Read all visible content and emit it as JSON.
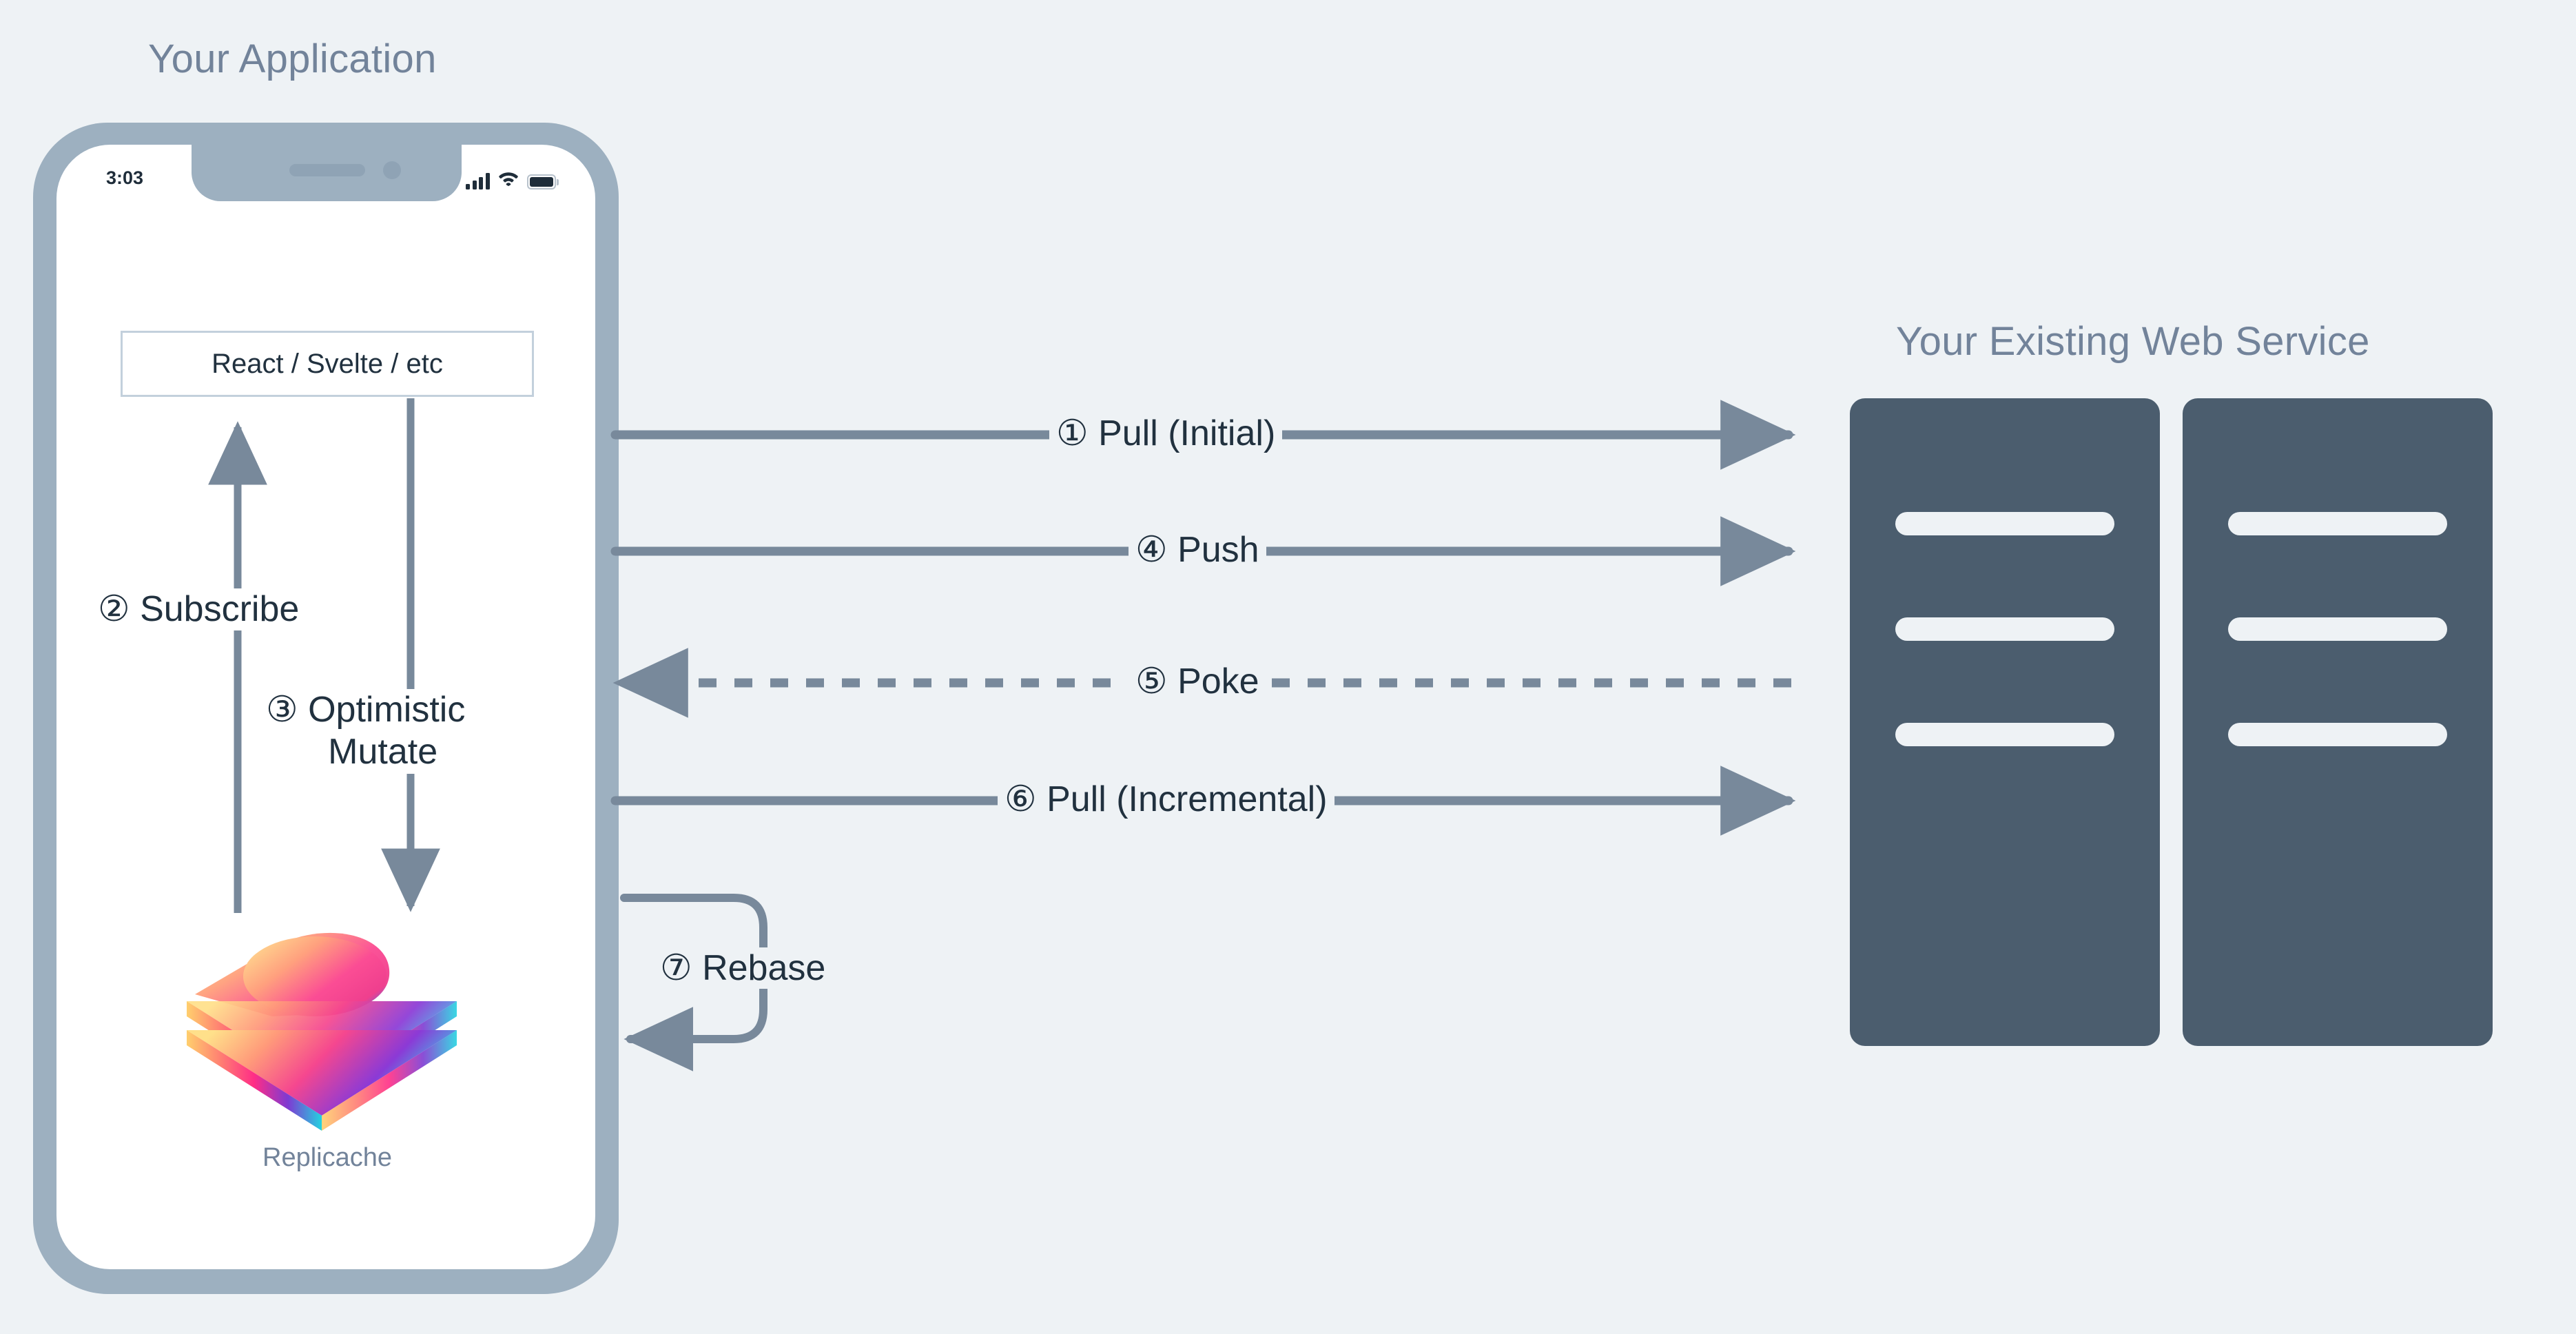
{
  "diagram": {
    "title_left": "Your Application",
    "title_right": "Your Existing Web Service",
    "background_color": "#eef2f5",
    "accent_line_color": "#78899b",
    "rack_color": "#4b5d6e",
    "phone_frame_color": "#9db0c0",
    "label_color": "#21313f",
    "title_color": "#72839a"
  },
  "phone": {
    "status_bar": {
      "time": "3:03",
      "signal_icon": "cellular-signal-icon",
      "wifi_icon": "wifi-icon",
      "battery_icon": "battery-full-icon"
    },
    "framework_box": "React / Svelte / etc",
    "local_store_label": "Replicache",
    "local_store_icon": "replicache-layers-logo"
  },
  "internal_flows": [
    {
      "number": "②",
      "label": "Subscribe",
      "direction": "up",
      "from": "Replicache",
      "to": "React / Svelte / etc"
    },
    {
      "number": "③",
      "label_line1": "Optimistic",
      "label_line2": "Mutate",
      "direction": "down",
      "from": "React / Svelte / etc",
      "to": "Replicache"
    }
  ],
  "network_flows": [
    {
      "number": "①",
      "label": "Pull (Initial)",
      "direction": "right",
      "style": "solid"
    },
    {
      "number": "④",
      "label": "Push",
      "direction": "right",
      "style": "solid"
    },
    {
      "number": "⑤",
      "label": "Poke",
      "direction": "left",
      "style": "dashed"
    },
    {
      "number": "⑥",
      "label": "Pull (Incremental)",
      "direction": "right",
      "style": "solid"
    }
  ],
  "loop_flow": {
    "number": "⑦",
    "label": "Rebase"
  },
  "server": {
    "racks": [
      {
        "name": "rack-left",
        "slots": 3
      },
      {
        "name": "rack-right",
        "slots": 3
      }
    ]
  }
}
